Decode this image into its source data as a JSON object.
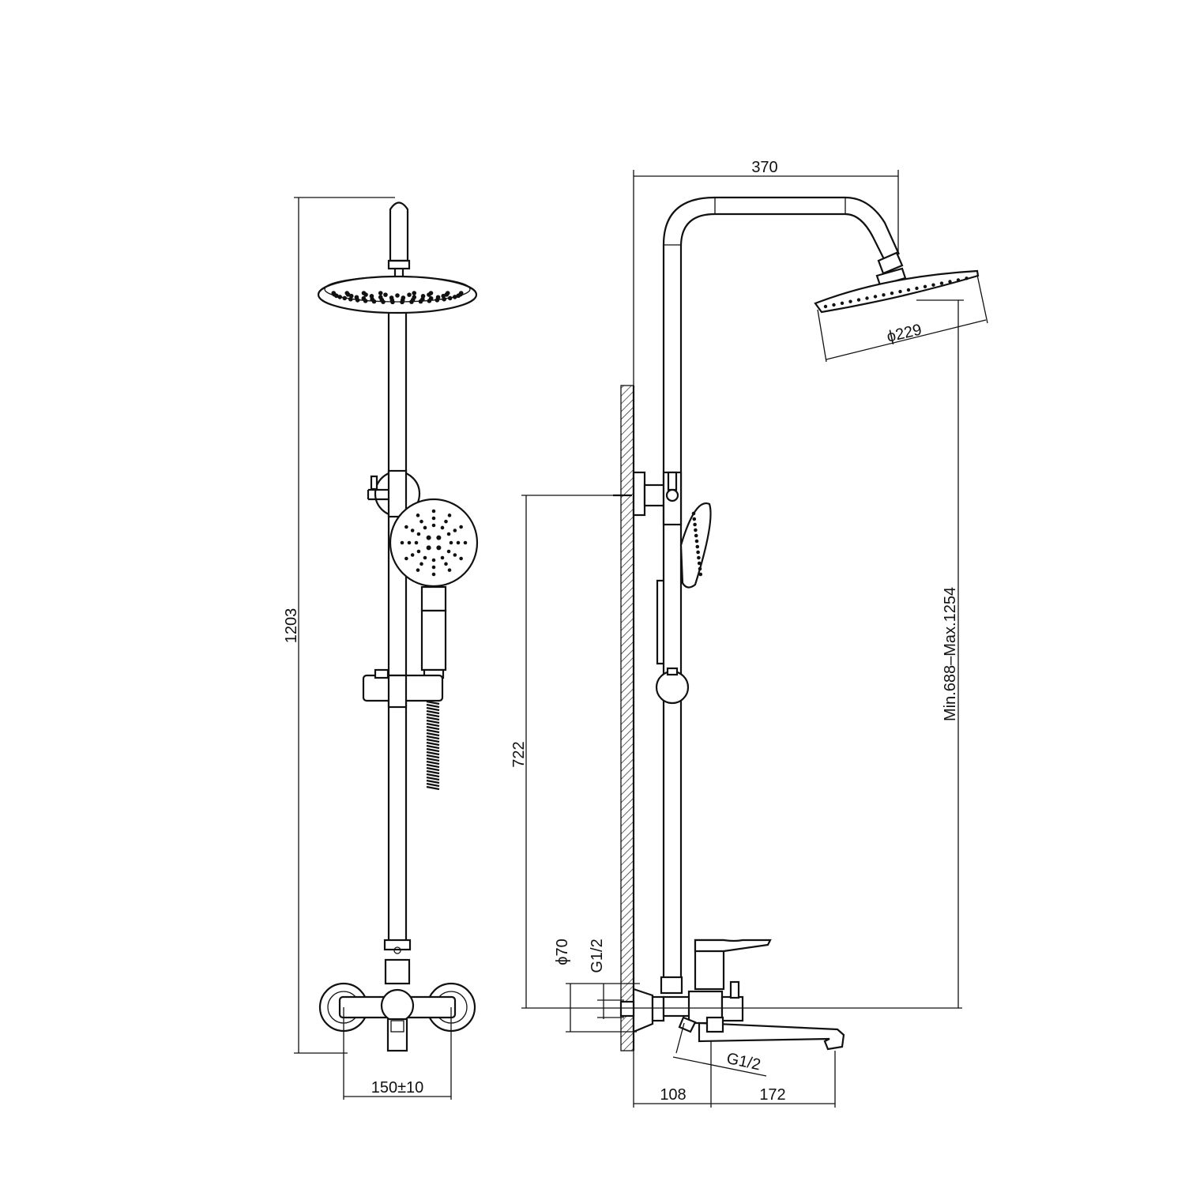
{
  "dimensions": {
    "total_height": "1203",
    "inlet_spacing": "150±10",
    "arm_reach": "370",
    "head_diameter": "ϕ229",
    "height_range": "Min.688–Max.1254",
    "bracket_height": "722",
    "flange_diameter": "ϕ70",
    "wall_thread": "G1/2",
    "outlet_thread": "G1/2",
    "wall_to_mixer": "108",
    "spout_length": "172"
  }
}
